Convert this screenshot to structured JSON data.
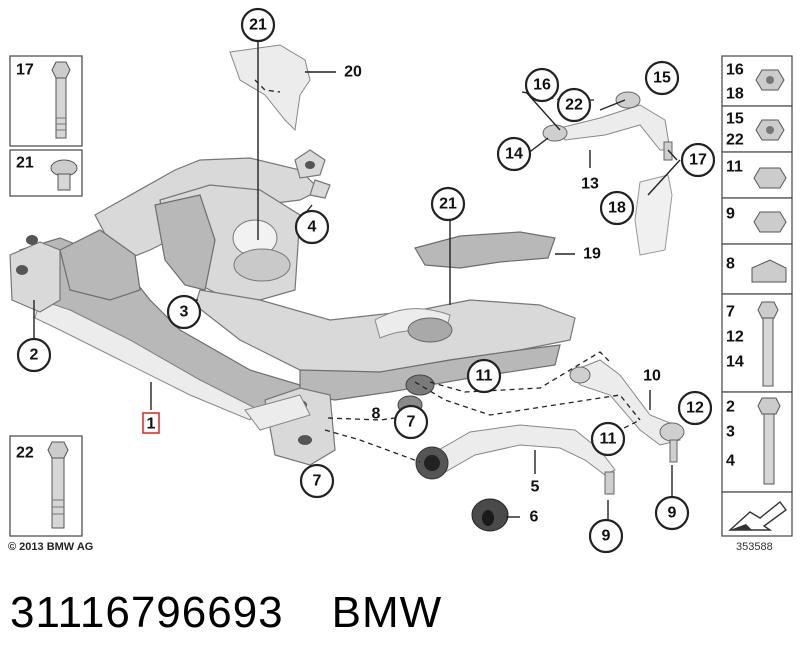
{
  "callouts": [
    "21",
    "20",
    "16",
    "15",
    "22",
    "14",
    "13",
    "17",
    "18",
    "4",
    "21",
    "19",
    "3",
    "2",
    "1",
    "11",
    "10",
    "12",
    "8",
    "7",
    "11",
    "7",
    "5",
    "6",
    "9",
    "9"
  ],
  "sidebox_labels": {
    "box_17": "17",
    "box_21": "21",
    "box_22": "22",
    "r_16": "16",
    "r_18": "18",
    "r_15": "15",
    "r_22": "22",
    "r_11": "11",
    "r_9": "9",
    "r_8": "8",
    "r_7": "7",
    "r_12": "12",
    "r_14": "14",
    "r_2": "2",
    "r_3": "3",
    "r_4": "4"
  },
  "copyright": "© 2013 BMW AG",
  "diagram_number": "353588",
  "part_number": "31116796693",
  "brand": "BMW"
}
